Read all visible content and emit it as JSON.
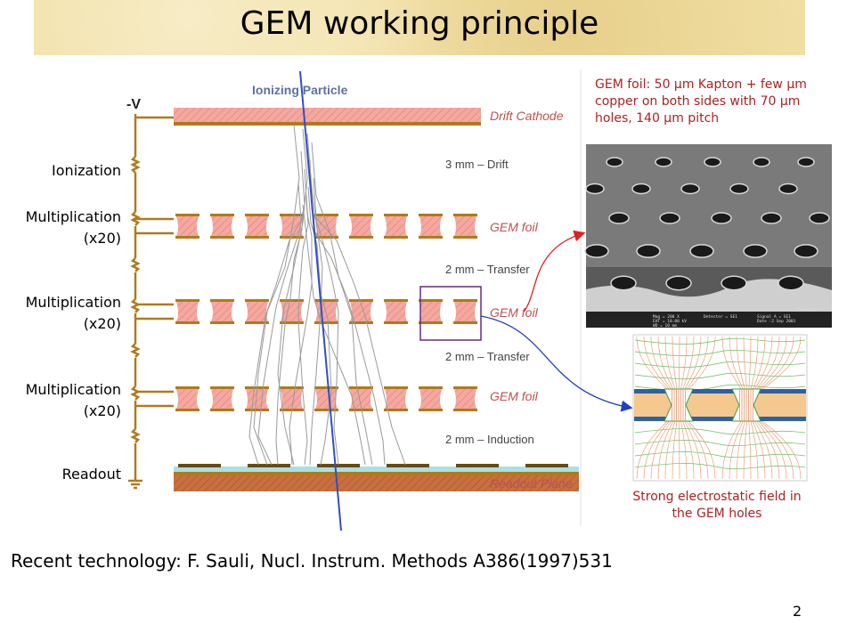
{
  "title": "GEM working principle",
  "side_labels": {
    "ionization": "Ionization",
    "mult1_a": "Multiplication",
    "mult1_b": "(x20)",
    "mult2_a": "Multiplication",
    "mult2_b": "(x20)",
    "mult3_a": "Multiplication",
    "mult3_b": "(x20)",
    "readout": "Readout"
  },
  "diagram": {
    "voltage": "-V",
    "ionizing_particle": "Ionizing Particle",
    "drift_cathode": "Drift Cathode",
    "drift_gap": "3 mm – Drift",
    "gem_foil_1": "GEM foil",
    "transfer_1": "2 mm – Transfer",
    "gem_foil_2": "GEM foil",
    "transfer_2": "2 mm – Transfer",
    "gem_foil_3": "GEM foil",
    "induction": "2 mm – Induction",
    "readout_plane": "Readout Plane"
  },
  "micrograph": {
    "info_lines": [
      "Mag = 200 X",
      "EHT = 10.00 kV",
      "WD = 10 mm",
      "Detector = SE1"
    ],
    "info_right": [
      "Signal A = SE1",
      "Date :2 Sep 2001",
      "ICSSG01T"
    ]
  },
  "caption_top": "GEM foil: 50 μm Kapton + few μm copper on both sides with 70 μm holes, 140 μm pitch",
  "caption_bottom": "Strong electrostatic field in the GEM holes",
  "reference": "Recent technology: F. Sauli, Nucl. Instrum. Methods A386(1997)531",
  "page_number": "2",
  "colors": {
    "banner": "#f0dfa4",
    "foil_fill": "#f4a8a0",
    "copper": "#b07a1a",
    "readout_fill": "#c87040",
    "particle_track": "#3050c0",
    "label_red": "#c0504d",
    "highlight_box": "#6a2a7a",
    "arrow_red": "#e02020",
    "arrow_blue": "#2040c0"
  }
}
